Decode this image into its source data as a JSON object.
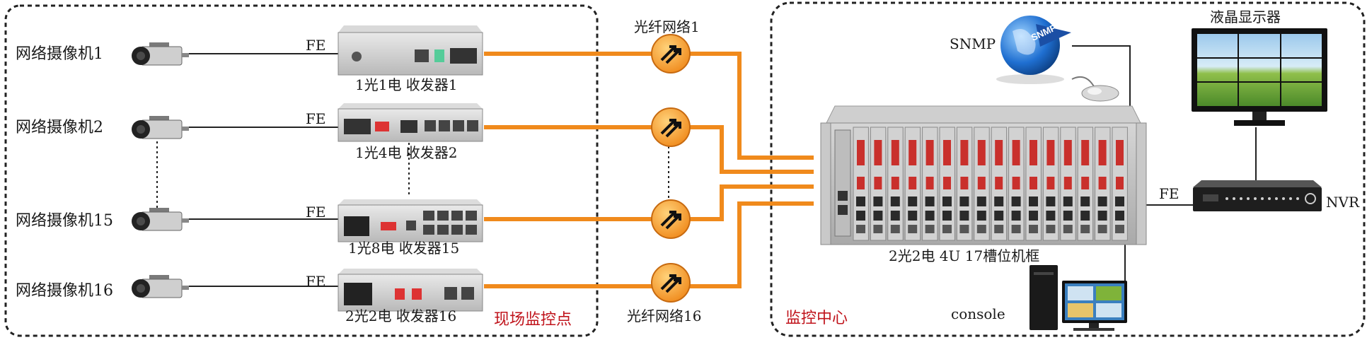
{
  "site": {
    "zone_label": "现场监控点",
    "cameras": [
      {
        "label": "网络摄像机1"
      },
      {
        "label": "网络摄像机2"
      },
      {
        "label": "网络摄像机15"
      },
      {
        "label": "网络摄像机16"
      }
    ],
    "fe_label": "FE",
    "transceivers": [
      {
        "label": "1光1电 收发器1"
      },
      {
        "label": "1光4电 收发器2"
      },
      {
        "label": "1光8电 收发器15"
      },
      {
        "label": "2光2电 收发器16"
      }
    ]
  },
  "networks": {
    "top_label": "光纤网络1",
    "bottom_label": "光纤网络16"
  },
  "center": {
    "zone_label": "监控中心",
    "chassis_label": "2光2电 4U 17槽位机框",
    "snmp_label": "SNMP",
    "globe_text": "SNMP",
    "lcd_label": "液晶显示器",
    "fe_label": "FE",
    "nvr_label": "NVR",
    "console_label": "console"
  },
  "colors": {
    "fiber": "#f08a1c",
    "zone_border": "#222222",
    "accent_red": "#c0141c",
    "globe_blue": "#1f6fd1"
  }
}
